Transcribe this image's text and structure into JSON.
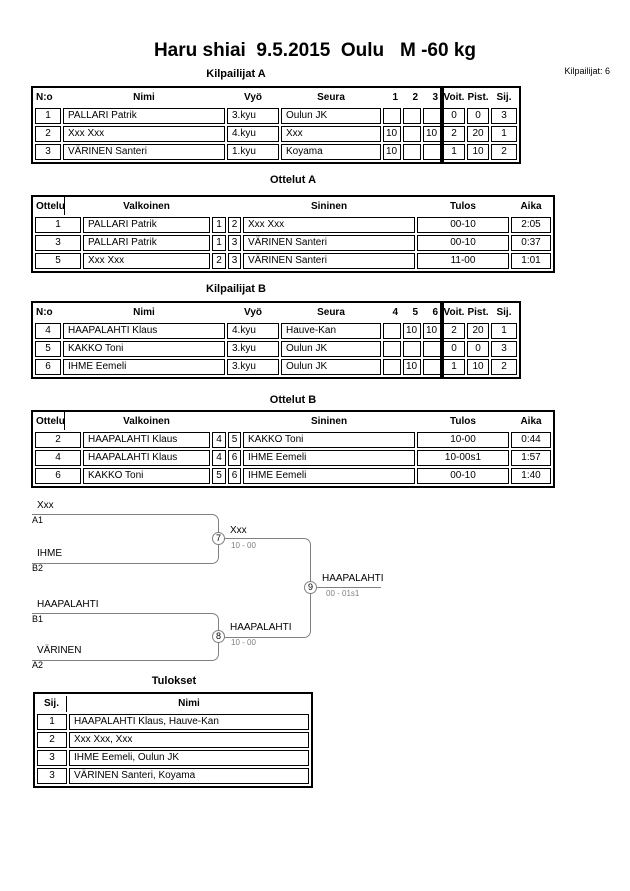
{
  "page": {
    "title": "Haru shiai  9.5.2015  Oulu   M -60 kg",
    "competitors_count": "Kilpailijat: 6"
  },
  "colors": {
    "border": "#000000",
    "bracket_line": "#808080",
    "score_text": "#808080",
    "background": "#ffffff"
  },
  "pool_a": {
    "title": "Kilpailijat A",
    "headers": {
      "no": "N:o",
      "name": "Nimi",
      "belt": "Vyö",
      "club": "Seura",
      "c1": "1",
      "c2": "2",
      "c3": "3",
      "wins": "Voit.",
      "points": "Pist.",
      "place": "Sij."
    },
    "rows": [
      {
        "no": "1",
        "name": "PALLARI Patrik",
        "belt": "3.kyu",
        "club": "Oulun JK",
        "c1": "",
        "c2": "",
        "c3": "",
        "wins": "0",
        "points": "0",
        "place": "3"
      },
      {
        "no": "2",
        "name": "Xxx Xxx",
        "belt": "4.kyu",
        "club": "Xxx",
        "c1": "10",
        "c2": "",
        "c3": "10",
        "wins": "2",
        "points": "20",
        "place": "1"
      },
      {
        "no": "3",
        "name": "VÄRINEN Santeri",
        "belt": "1.kyu",
        "club": "Koyama",
        "c1": "10",
        "c2": "",
        "c3": "",
        "wins": "1",
        "points": "10",
        "place": "2"
      }
    ]
  },
  "matches_a": {
    "title": "Ottelut A",
    "headers": {
      "match": "Ottelu",
      "white": "Valkoinen",
      "blue": "Sininen",
      "result": "Tulos",
      "time": "Aika"
    },
    "rows": [
      {
        "match": "1",
        "white": "PALLARI Patrik",
        "white_no": "1",
        "blue_no": "2",
        "blue": "Xxx Xxx",
        "result": "00-10",
        "time": "2:05"
      },
      {
        "match": "3",
        "white": "PALLARI Patrik",
        "white_no": "1",
        "blue_no": "3",
        "blue": "VÄRINEN Santeri",
        "result": "00-10",
        "time": "0:37"
      },
      {
        "match": "5",
        "white": "Xxx Xxx",
        "white_no": "2",
        "blue_no": "3",
        "blue": "VÄRINEN Santeri",
        "result": "11-00",
        "time": "1:01"
      }
    ]
  },
  "pool_b": {
    "title": "Kilpailijat B",
    "headers": {
      "no": "N:o",
      "name": "Nimi",
      "belt": "Vyö",
      "club": "Seura",
      "c1": "4",
      "c2": "5",
      "c3": "6",
      "wins": "Voit.",
      "points": "Pist.",
      "place": "Sij."
    },
    "rows": [
      {
        "no": "4",
        "name": "HAAPALAHTI Klaus",
        "belt": "4.kyu",
        "club": "Hauve-Kan",
        "c1": "",
        "c2": "10",
        "c3": "10",
        "wins": "2",
        "points": "20",
        "place": "1"
      },
      {
        "no": "5",
        "name": "KAKKO Toni",
        "belt": "3.kyu",
        "club": "Oulun JK",
        "c1": "",
        "c2": "",
        "c3": "",
        "wins": "0",
        "points": "0",
        "place": "3"
      },
      {
        "no": "6",
        "name": "IHME Eemeli",
        "belt": "3.kyu",
        "club": "Oulun JK",
        "c1": "",
        "c2": "10",
        "c3": "",
        "wins": "1",
        "points": "10",
        "place": "2"
      }
    ]
  },
  "matches_b": {
    "title": "Ottelut B",
    "headers": {
      "match": "Ottelu",
      "white": "Valkoinen",
      "blue": "Sininen",
      "result": "Tulos",
      "time": "Aika"
    },
    "rows": [
      {
        "match": "2",
        "white": "HAAPALAHTI Klaus",
        "white_no": "4",
        "blue_no": "5",
        "blue": "KAKKO Toni",
        "result": "10-00",
        "time": "0:44"
      },
      {
        "match": "4",
        "white": "HAAPALAHTI Klaus",
        "white_no": "4",
        "blue_no": "6",
        "blue": "IHME Eemeli",
        "result": "10-00s1",
        "time": "1:57"
      },
      {
        "match": "6",
        "white": "KAKKO Toni",
        "white_no": "5",
        "blue_no": "6",
        "blue": "IHME Eemeli",
        "result": "00-10",
        "time": "1:40"
      }
    ]
  },
  "bracket": {
    "slots": [
      {
        "name": "Xxx",
        "code": "A1"
      },
      {
        "name": "IHME",
        "code": "B2"
      },
      {
        "name": "HAAPALAHTI",
        "code": "B1"
      },
      {
        "name": "VÄRINEN",
        "code": "A2"
      }
    ],
    "semifinal_top": {
      "number": "7",
      "winner": "Xxx",
      "score": "10 - 00"
    },
    "semifinal_bottom": {
      "number": "8",
      "winner": "HAAPALAHTI",
      "score": "10 - 00"
    },
    "final": {
      "number": "9",
      "winner": "HAAPALAHTI",
      "score": "00 - 01s1"
    }
  },
  "results": {
    "title": "Tulokset",
    "headers": {
      "place": "Sij.",
      "name": "Nimi"
    },
    "rows": [
      {
        "place": "1",
        "name": "HAAPALAHTI Klaus, Hauve-Kan"
      },
      {
        "place": "2",
        "name": "Xxx Xxx, Xxx"
      },
      {
        "place": "3",
        "name": "IHME Eemeli, Oulun JK"
      },
      {
        "place": "3",
        "name": "VÄRINEN Santeri, Koyama"
      }
    ]
  }
}
